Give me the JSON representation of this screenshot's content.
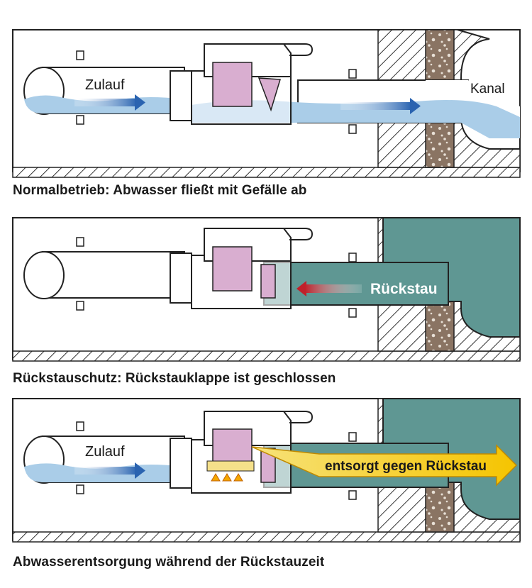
{
  "panels": [
    {
      "caption": "Normalbetrieb: Abwasser fließt mit Gefälle ab",
      "inlet_label": "Zulauf",
      "sewer_label": "Kanal"
    },
    {
      "caption": "Rückstauschutz: Rückstauklappe ist geschlossen",
      "backflow_label": "Rückstau"
    },
    {
      "caption": "Abwasserentsorgung während der Rückstauzeit",
      "inlet_label": "Zulauf",
      "discharge_label": "entsorgt gegen Rückstau"
    }
  ],
  "colors": {
    "water": "#aacde8",
    "backflow_water": "#5f9793",
    "valve_pink": "#d9aed0",
    "arrow_blue": "#2a63b0",
    "arrow_red": "#c0202a",
    "arrow_yellow": "#f5c400",
    "soil_brown": "#8a7463"
  }
}
